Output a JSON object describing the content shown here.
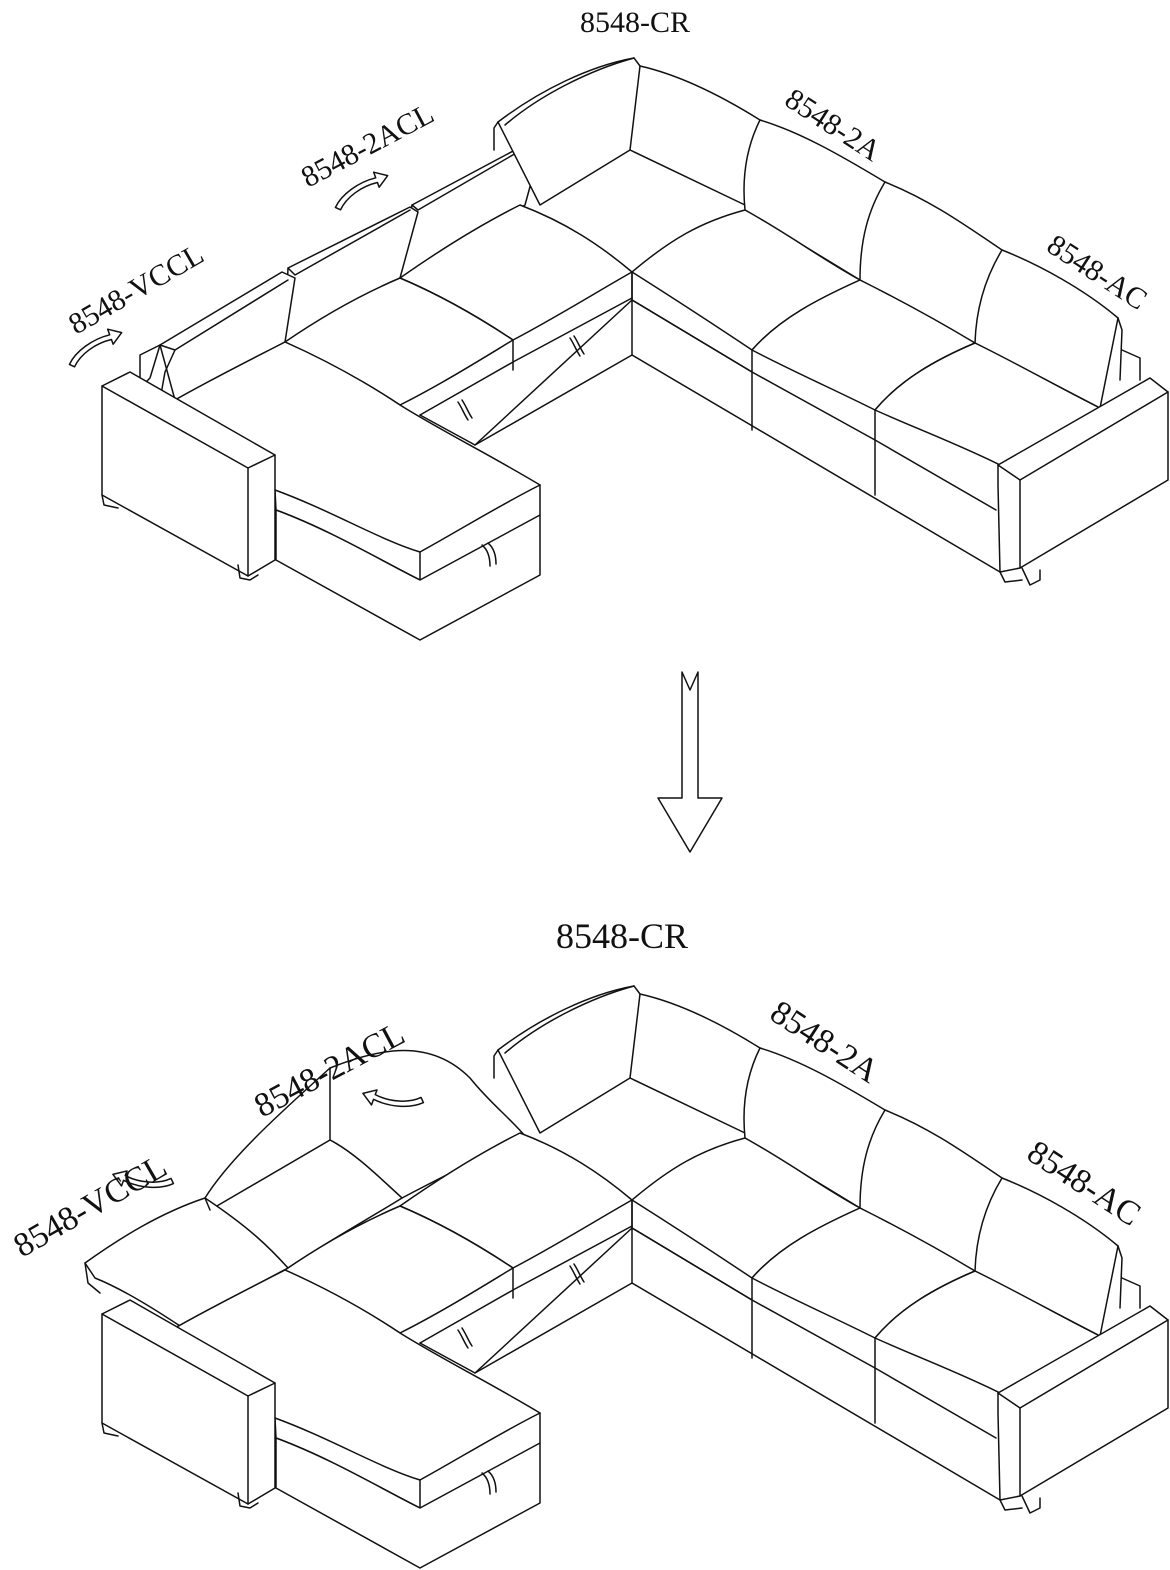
{
  "top": {
    "labels": {
      "cr": "8548-CR",
      "two_a": "8548-2A",
      "ac": "8548-AC",
      "two_acl": "8548-2ACL",
      "vccl": "8548-VCCL"
    },
    "state": "backrests-up"
  },
  "transition_arrow": {
    "direction": "down"
  },
  "bottom": {
    "labels": {
      "cr": "8548-CR",
      "two_a": "8548-2A",
      "ac": "8548-AC",
      "two_acl": "8548-2ACL",
      "vccl": "8548-VCCL"
    },
    "state": "backrests-folded"
  }
}
